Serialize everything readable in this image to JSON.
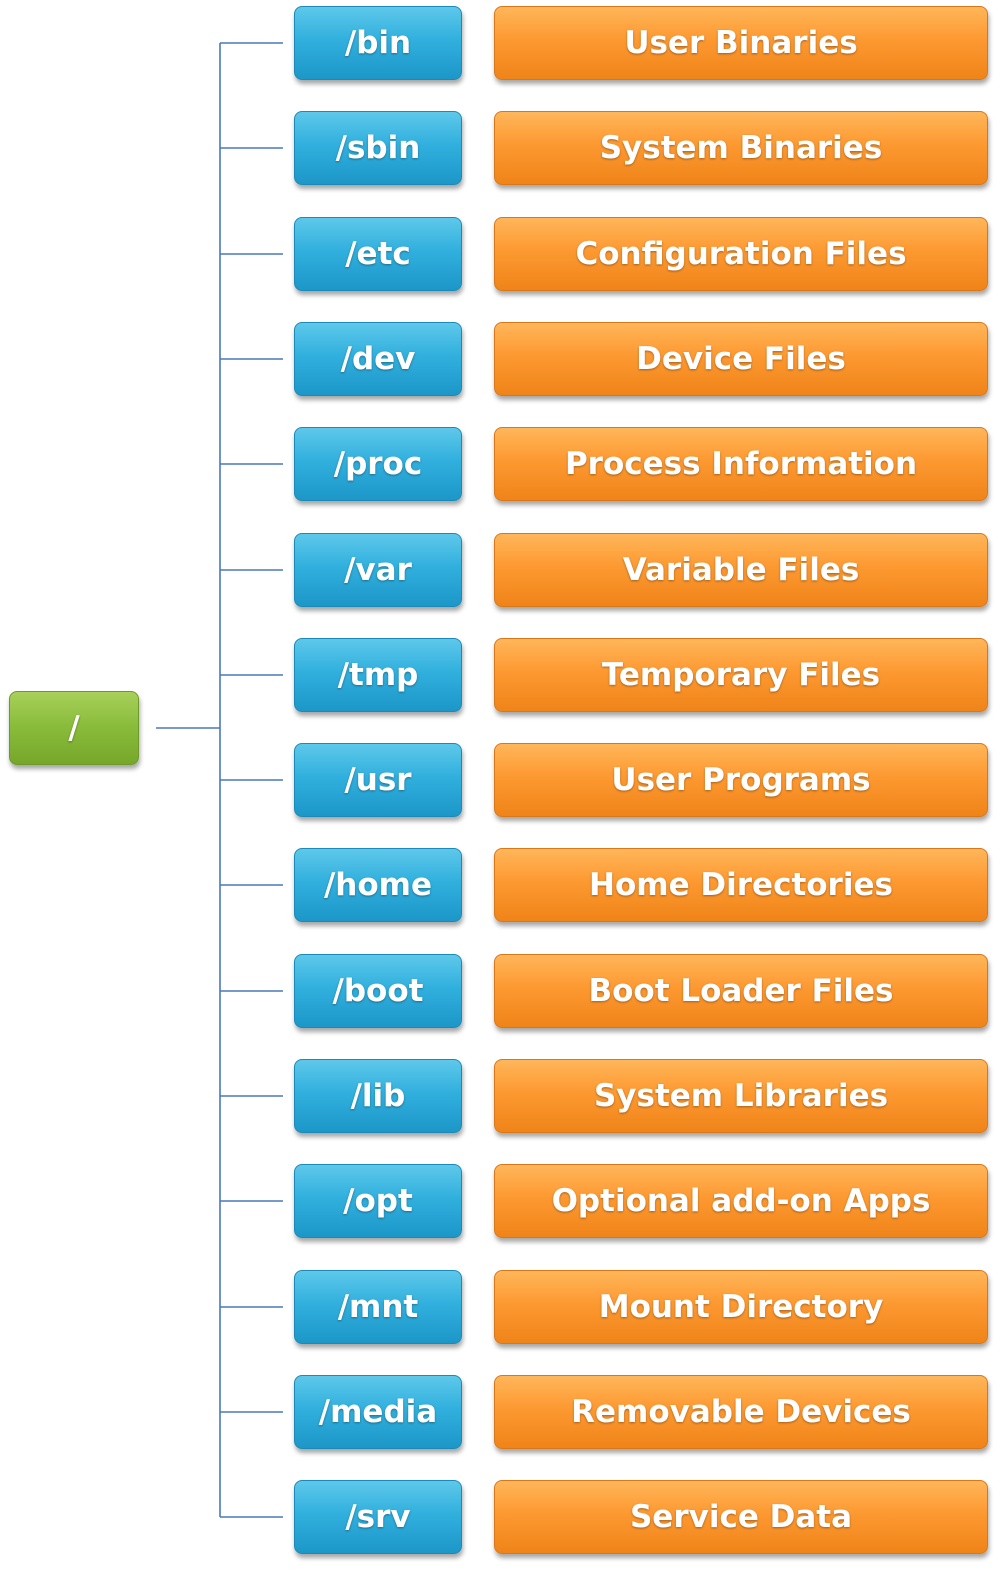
{
  "root": {
    "label": "/"
  },
  "rows": [
    {
      "dir": "/bin",
      "desc": "User Binaries"
    },
    {
      "dir": "/sbin",
      "desc": "System Binaries"
    },
    {
      "dir": "/etc",
      "desc": "Configuration Files"
    },
    {
      "dir": "/dev",
      "desc": "Device Files"
    },
    {
      "dir": "/proc",
      "desc": "Process Information"
    },
    {
      "dir": "/var",
      "desc": "Variable Files"
    },
    {
      "dir": "/tmp",
      "desc": "Temporary Files"
    },
    {
      "dir": "/usr",
      "desc": "User Programs"
    },
    {
      "dir": "/home",
      "desc": "Home Directories"
    },
    {
      "dir": "/boot",
      "desc": "Boot Loader Files"
    },
    {
      "dir": "/lib",
      "desc": "System Libraries"
    },
    {
      "dir": "/opt",
      "desc": "Optional add-on Apps"
    },
    {
      "dir": "/mnt",
      "desc": "Mount Directory"
    },
    {
      "dir": "/media",
      "desc": "Removable Devices"
    },
    {
      "dir": "/srv",
      "desc": "Service Data"
    }
  ],
  "colors": {
    "root": "#8bbd3c",
    "directory": "#31b0de",
    "description": "#fd9931",
    "connector": "#4a78b8"
  }
}
